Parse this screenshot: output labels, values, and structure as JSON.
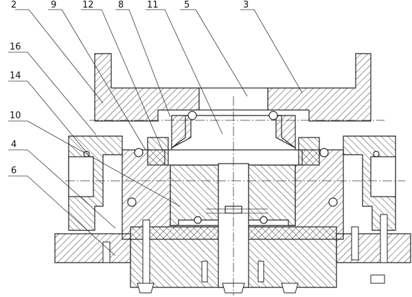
{
  "labels": {
    "l2": "2",
    "l9": "9",
    "l12": "12",
    "l8": "8",
    "l11": "11",
    "l5": "5",
    "l3": "3",
    "l16": "16",
    "l14": "14",
    "l10": "10",
    "l4": "4",
    "l6": "6"
  }
}
